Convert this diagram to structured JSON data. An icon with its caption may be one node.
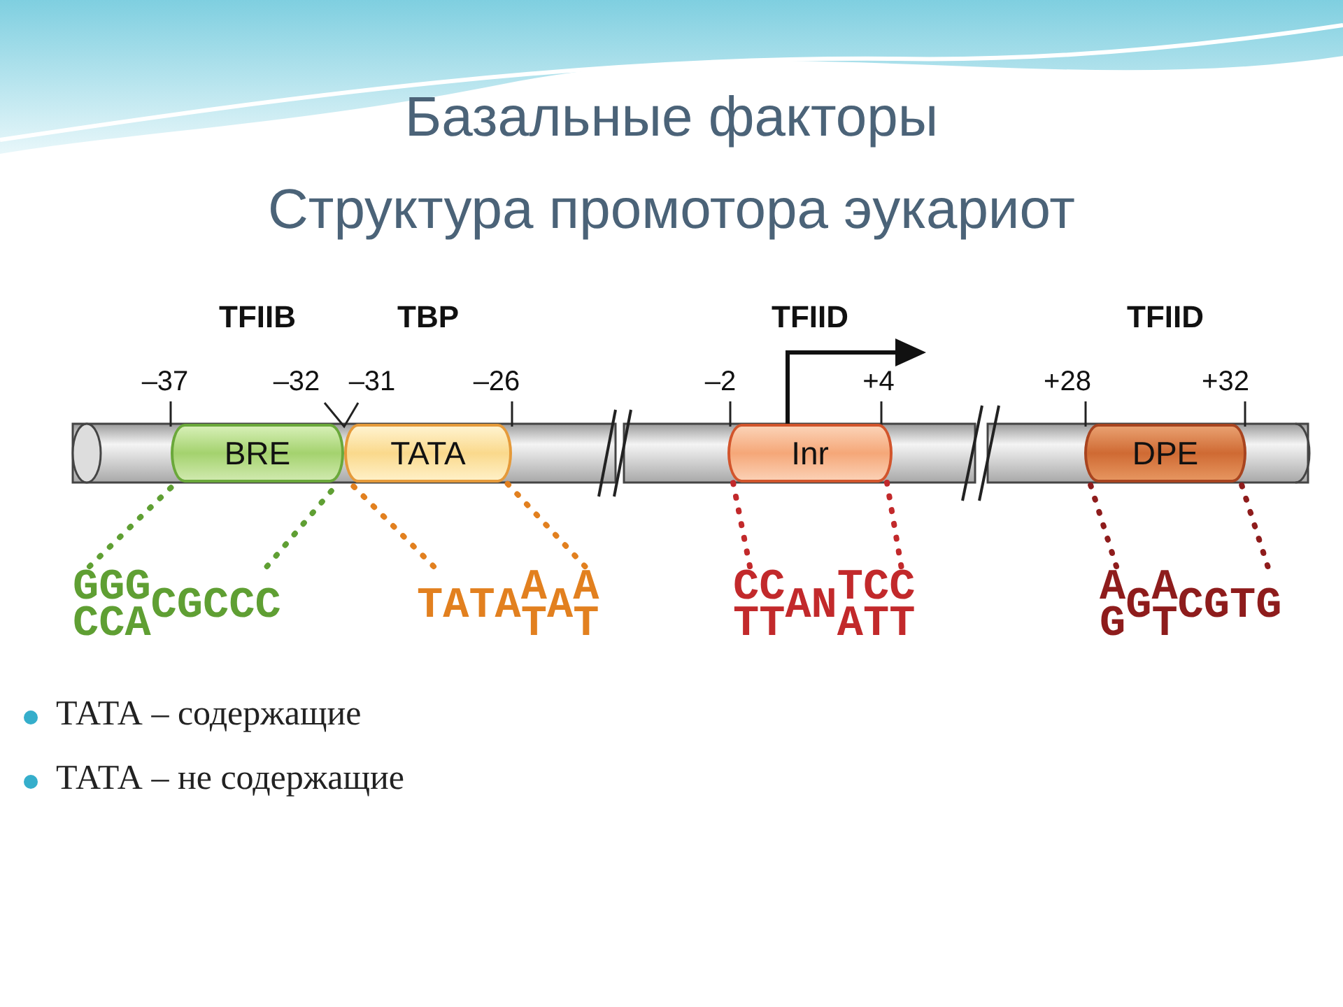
{
  "diagram": {
    "title": "Базальные факторы",
    "nodes": [
      {
        "text": [
          "BRE"
        ],
        "beside": [
          "TFIIB"
        ]
      },
      {
        "text": [
          "TATA"
        ],
        "beside": [
          "TBP"
        ]
      },
      {
        "text": [
          "Inr"
        ],
        "beside": [
          "TFIID"
        ]
      },
      {
        "text": [
          "DPE"
        ],
        "beside": [
          "TFIID"
        ]
      },
      {
        "text": [
          "GGG",
          "CCA",
          "CGCCC"
        ]
      },
      {
        "text": [
          "TATA",
          "A",
          "T",
          "A",
          "A",
          "T"
        ]
      },
      {
        "text": [
          "CC",
          "TT",
          "AN",
          "TCC",
          "ATT"
        ]
      },
      {
        "text": [
          "A",
          "G",
          "G",
          "A",
          "T",
          "CGTG"
        ]
      }
    ],
    "edges": [
      {
        "from": 4,
        "to": 0,
        "arrow": "none",
        "style": "dashed",
        "color": "#5f9f33"
      },
      {
        "from": 4,
        "to": 0,
        "arrow": "none",
        "style": "dashed",
        "color": "#5f9f33"
      },
      {
        "from": 5,
        "to": 1,
        "arrow": "none",
        "style": "dashed",
        "color": "#e2801f"
      },
      {
        "from": 5,
        "to": 1,
        "arrow": "none",
        "style": "dashed",
        "color": "#e2801f"
      },
      {
        "from": 6,
        "to": 2,
        "arrow": "none",
        "style": "dashed",
        "color": "#c2292b"
      },
      {
        "from": 6,
        "to": 2,
        "arrow": "none",
        "style": "dashed",
        "color": "#c2292b"
      },
      {
        "from": 7,
        "to": 3,
        "arrow": "none",
        "style": "dashed",
        "color": "#8e1c1c"
      },
      {
        "from": 7,
        "to": 3,
        "arrow": "none",
        "style": "dashed",
        "color": "#8e1c1c"
      }
    ],
    "labels": [
      "Структура промотора эукариот",
      "–37",
      "–32",
      "–31",
      "–26",
      "–2",
      "+4",
      "+28",
      "+32",
      "ТАТА – содержащие",
      "ТАТА – не содержащие"
    ]
  }
}
